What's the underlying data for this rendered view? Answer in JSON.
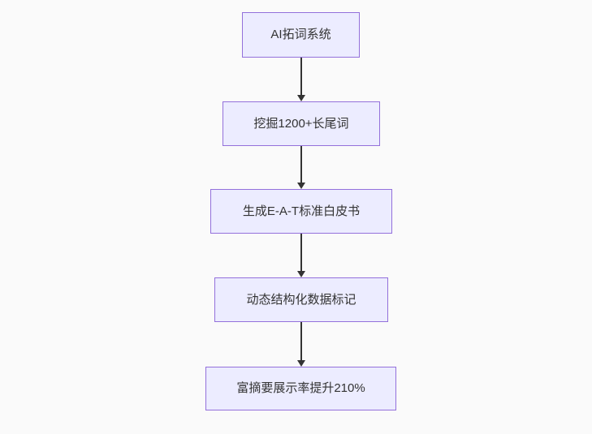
{
  "flowchart": {
    "type": "flowchart",
    "direction": "top-down",
    "colors": {
      "background": "#fafafa",
      "node-fill": "#ececff",
      "node-border": "#9370db",
      "edge": "#333333",
      "text": "#333333"
    },
    "nodes": [
      {
        "label": "AI拓词系统"
      },
      {
        "label": "挖掘1200+长尾词"
      },
      {
        "label": "生成E-A-T标准白皮书"
      },
      {
        "label": "动态结构化数据标记"
      },
      {
        "label": "富摘要展示率提升210%"
      }
    ],
    "edges": [
      {
        "from": "AI拓词系统",
        "to": "挖掘1200+长尾词"
      },
      {
        "from": "挖掘1200+长尾词",
        "to": "生成E-A-T标准白皮书"
      },
      {
        "from": "生成E-A-T标准白皮书",
        "to": "动态结构化数据标记"
      },
      {
        "from": "动态结构化数据标记",
        "to": "富摘要展示率提升210%"
      }
    ]
  }
}
